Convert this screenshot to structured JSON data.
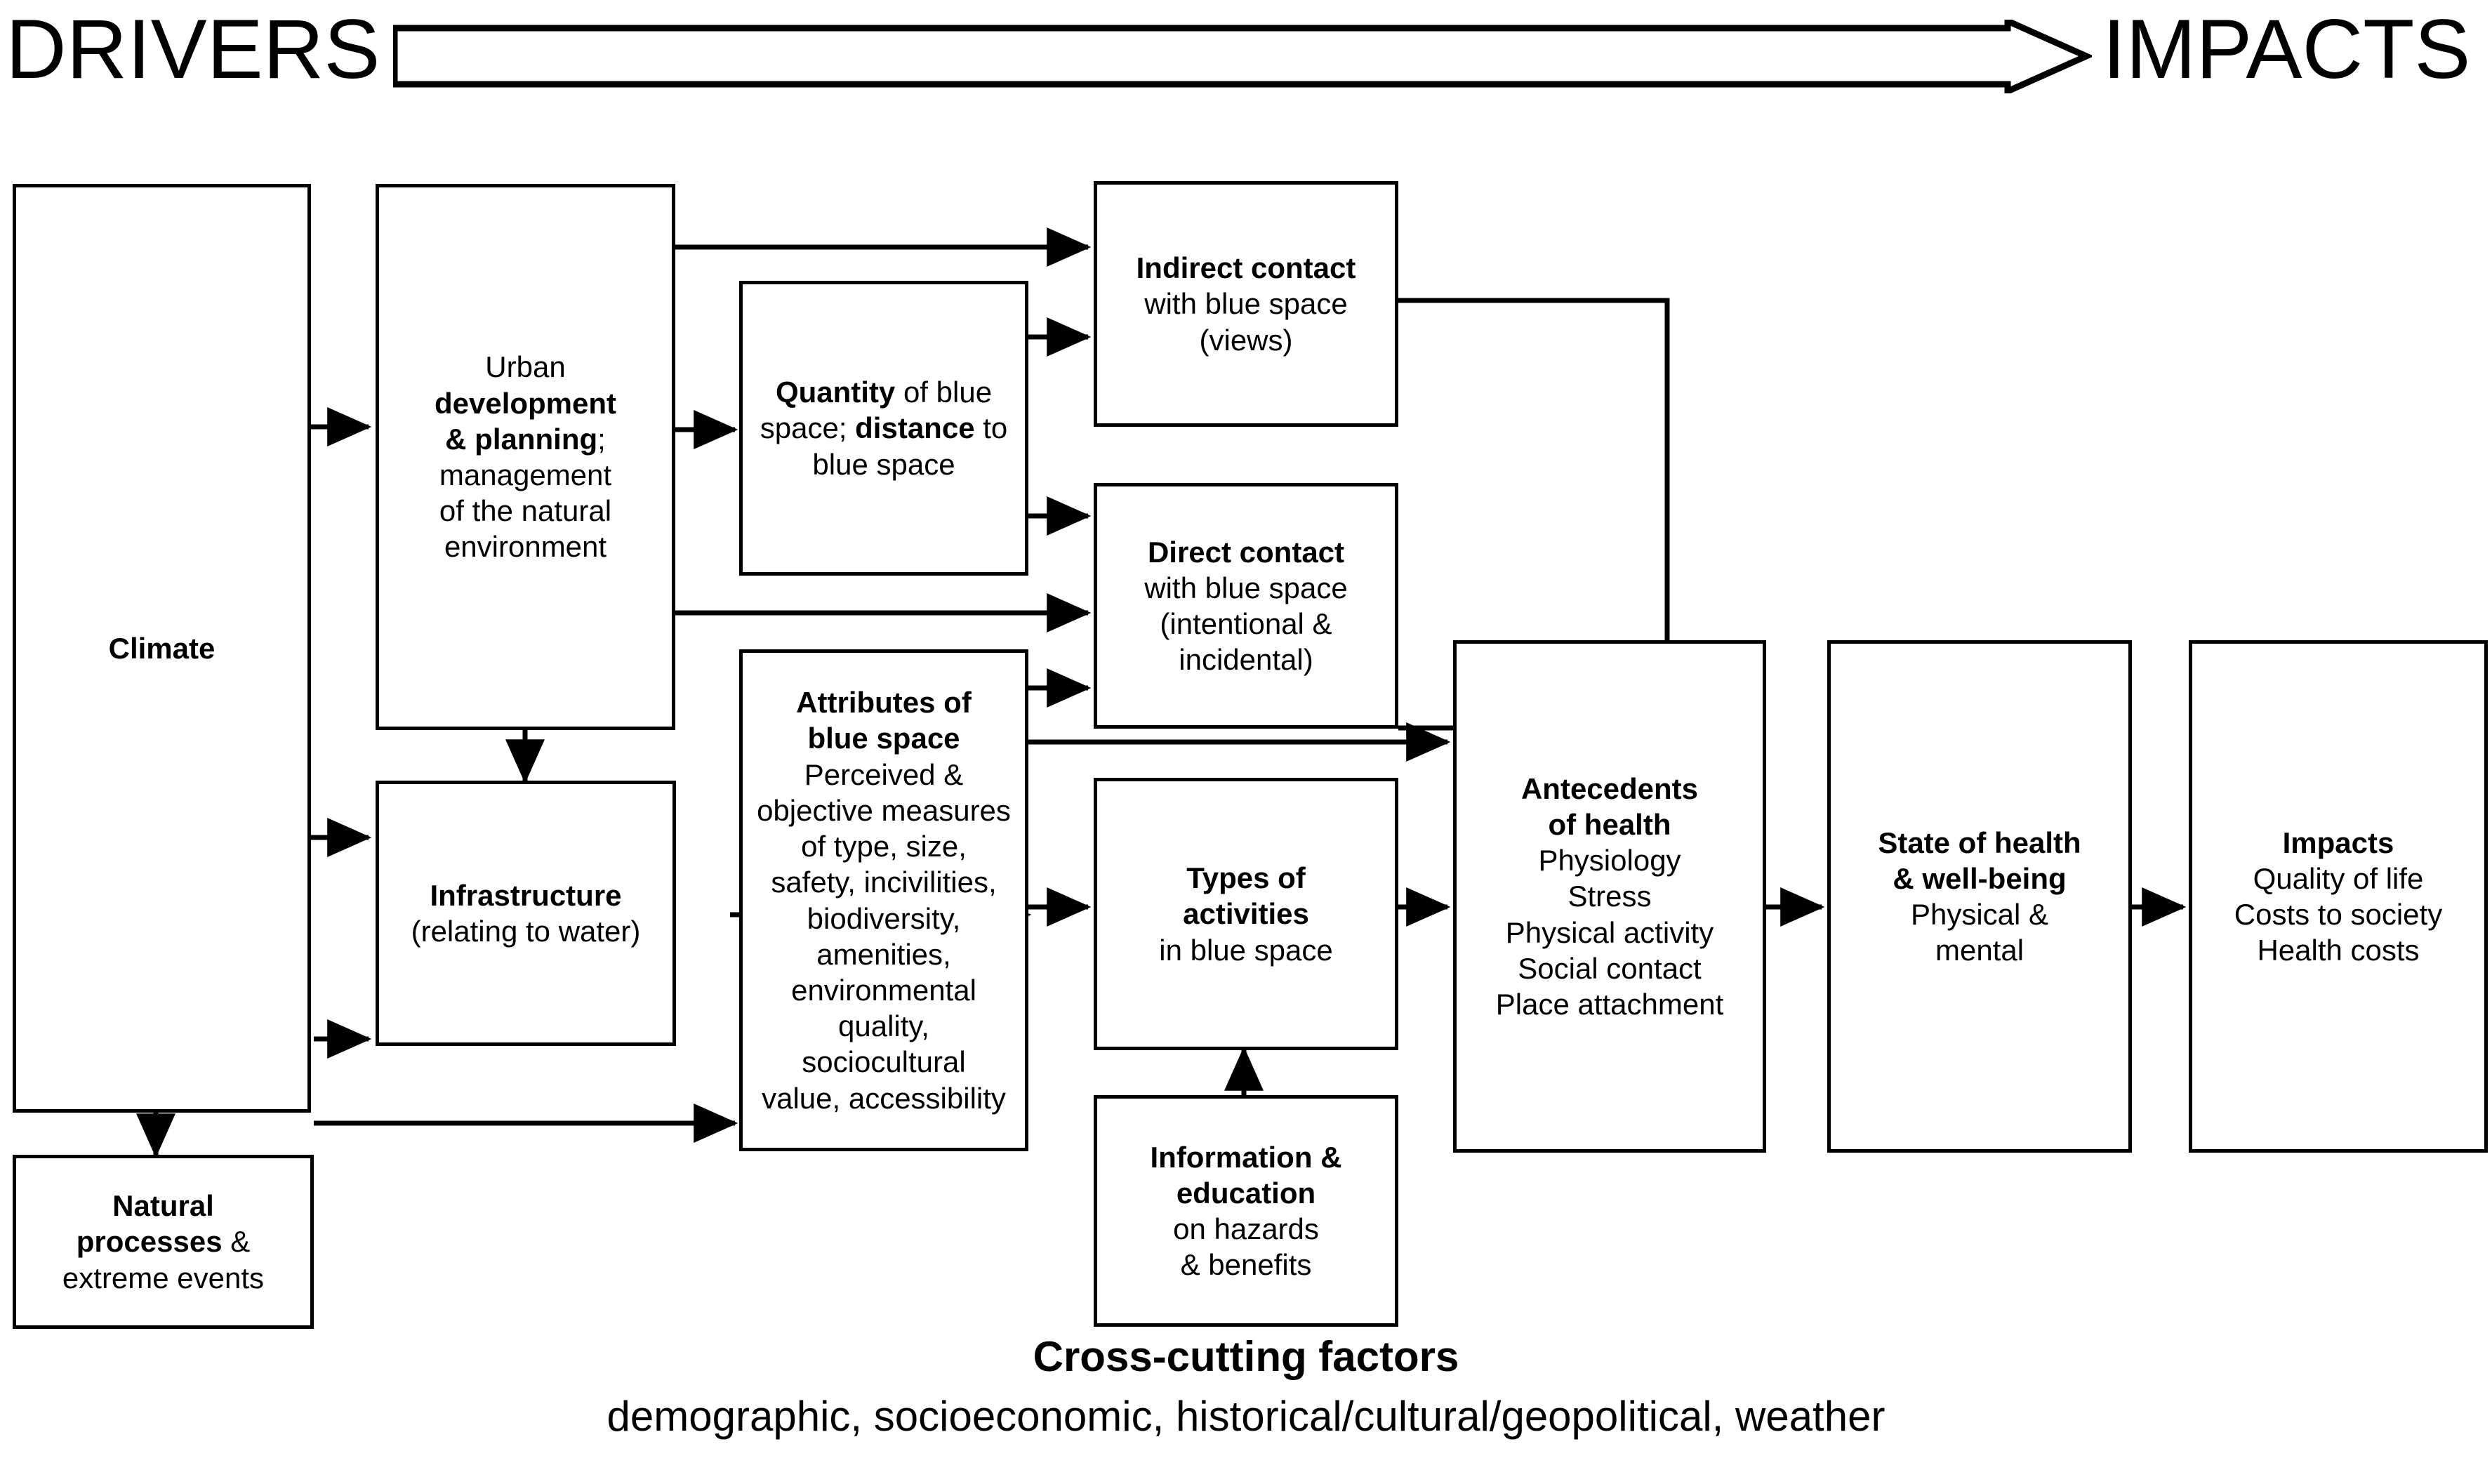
{
  "header": {
    "left_label": "DRIVERS",
    "right_label": "IMPACTS",
    "arrow_icon": "right-block-arrow-icon"
  },
  "nodes": {
    "climate": {
      "title": "Climate",
      "body": ""
    },
    "natural": {
      "title": "Natural\nprocesses",
      "title_tail": " &",
      "body": "extreme events"
    },
    "urban": {
      "line1": "Urban",
      "title": "development\n& planning;",
      "body": "management\nof the natural\nenvironment"
    },
    "infrastructure": {
      "title": "Infrastructure",
      "body": "(relating to water)"
    },
    "quantity": {
      "title": "Quantity",
      "t1": " of blue",
      "t2": "space; ",
      "title2": "distance",
      "body": "to blue space"
    },
    "attributes": {
      "title": "Attributes of\nblue space",
      "body": "Perceived &\nobjective measures\nof type, size,\nsafety, incivilities,\nbiodiversity,\namenities,\nenvironmental\nquality,\nsociocultural\nvalue, accessibility"
    },
    "indirect": {
      "title": "Indirect contact",
      "body": "with blue space\n(views)"
    },
    "direct": {
      "title": "Direct contact",
      "body": "with blue space\n(intentional &\nincidental)"
    },
    "activities": {
      "title": "Types of\nactivities",
      "body": "in blue space"
    },
    "information": {
      "title": "Information &\neducation",
      "body": "on hazards\n& benefits"
    },
    "antecedents": {
      "title": "Antecedents\nof health",
      "body": "Physiology\nStress\nPhysical activity\nSocial contact\nPlace attachment"
    },
    "state": {
      "title": "State of health\n& well-being",
      "body": "Physical &\nmental"
    },
    "impacts": {
      "title": "Impacts",
      "body": "Quality of life\nCosts to society\nHealth costs"
    }
  },
  "footer": {
    "title": "Cross-cutting factors",
    "subtitle": "demographic, socioeconomic, historical/cultural/geopolitical, weather"
  },
  "colors": {
    "stroke": "#000000",
    "background": "#ffffff"
  }
}
